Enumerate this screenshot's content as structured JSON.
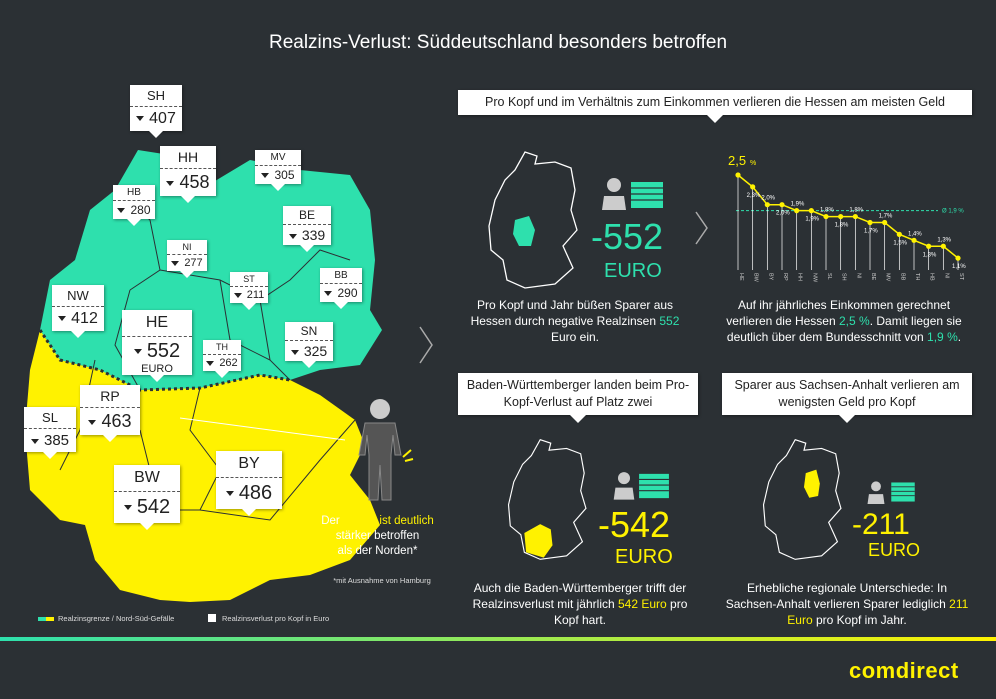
{
  "title": "Realzins-Verlust: Süddeutschland besonders betroffen",
  "map_states": [
    {
      "abbr": "SH",
      "value": "407"
    },
    {
      "abbr": "HH",
      "value": "458"
    },
    {
      "abbr": "MV",
      "value": "305"
    },
    {
      "abbr": "HB",
      "value": "280"
    },
    {
      "abbr": "BE",
      "value": "339"
    },
    {
      "abbr": "NI",
      "value": "277"
    },
    {
      "abbr": "ST",
      "value": "211"
    },
    {
      "abbr": "BB",
      "value": "290"
    },
    {
      "abbr": "NW",
      "value": "412"
    },
    {
      "abbr": "HE",
      "value": "552",
      "unit": "EURO"
    },
    {
      "abbr": "TH",
      "value": "262"
    },
    {
      "abbr": "SN",
      "value": "325"
    },
    {
      "abbr": "SL",
      "value": "385"
    },
    {
      "abbr": "RP",
      "value": "463"
    },
    {
      "abbr": "BW",
      "value": "542"
    },
    {
      "abbr": "BY",
      "value": "486"
    }
  ],
  "south_note": {
    "prefix": "Der",
    "highlight": "Süden ist deutlich",
    "mid": "stärker betroffen",
    "suffix": "als der Norden*",
    "footnote": "*mit Ausnahme von Hamburg"
  },
  "legend": {
    "line": "Realzinsgrenze / Nord-Süd-Gefälle",
    "box": "Realzinsverlust pro Kopf in Euro"
  },
  "panel_he": {
    "callout": "Pro Kopf und im Verhältnis zum Einkommen verlieren die Hessen am meisten Geld",
    "amount": "-552",
    "unit": "EURO",
    "text_a": "Pro Kopf und Jahr büßen Sparer aus Hessen durch negative Realzinsen",
    "text_hl": "552",
    "text_b": "Euro ein."
  },
  "chart_text": {
    "t1": "Auf ihr jährliches Einkommen gerechnet verlieren die Hessen",
    "t1_hl": "2,5 %",
    "t2": ". Damit liegen sie deutlich über dem Bundesschnitt von",
    "t2_hl": "1,9 %",
    "t3": "."
  },
  "chart_data": {
    "type": "line",
    "categories": [
      "HE",
      "BW",
      "BY",
      "RP",
      "HH",
      "NW",
      "SL",
      "SH",
      "NI",
      "BE",
      "MV",
      "BB",
      "TH",
      "HB",
      "NI",
      "ST"
    ],
    "values": [
      2.5,
      2.3,
      2.0,
      2.0,
      1.9,
      1.9,
      1.8,
      1.8,
      1.8,
      1.7,
      1.7,
      1.5,
      1.4,
      1.3,
      1.3,
      1.1
    ],
    "value_labels": [
      "2,5",
      "2,3",
      "2,0",
      "2,0",
      "1,9",
      "1,9",
      "1,8",
      "1,8",
      "1,8",
      "1,7",
      "1,7",
      "1,5",
      "1,4",
      "1,3",
      "1,3",
      "1,1"
    ],
    "value_suffix": "%",
    "first_label_big": "2,5",
    "average": {
      "value": 1.9,
      "label": "Ø 1,9"
    },
    "colors": {
      "line": "#fff200",
      "avg": "#2ee0ad"
    }
  },
  "panel_bw": {
    "callout": "Baden-Württemberger landen beim Pro-Kopf-Verlust auf Platz zwei",
    "amount": "-542",
    "unit": "EURO",
    "text_a": "Auch die Baden-Württemberger trifft der Realzinsverlust mit jährlich",
    "text_hl": "542 Euro",
    "text_b": "pro Kopf hart."
  },
  "panel_st": {
    "callout": "Sparer aus Sachsen-Anhalt verlieren am wenigsten Geld pro Kopf",
    "amount": "-211",
    "unit": "EURO",
    "text_a": "Erhebliche regionale Unterschiede: In Sachsen-Anhalt verlieren Sparer lediglich",
    "text_hl": "211 Euro",
    "text_b": "pro Kopf im Jahr."
  },
  "brand": "comdirect",
  "colors": {
    "bg": "#2b3034",
    "green": "#2ee0ad",
    "yellow": "#fff200"
  }
}
